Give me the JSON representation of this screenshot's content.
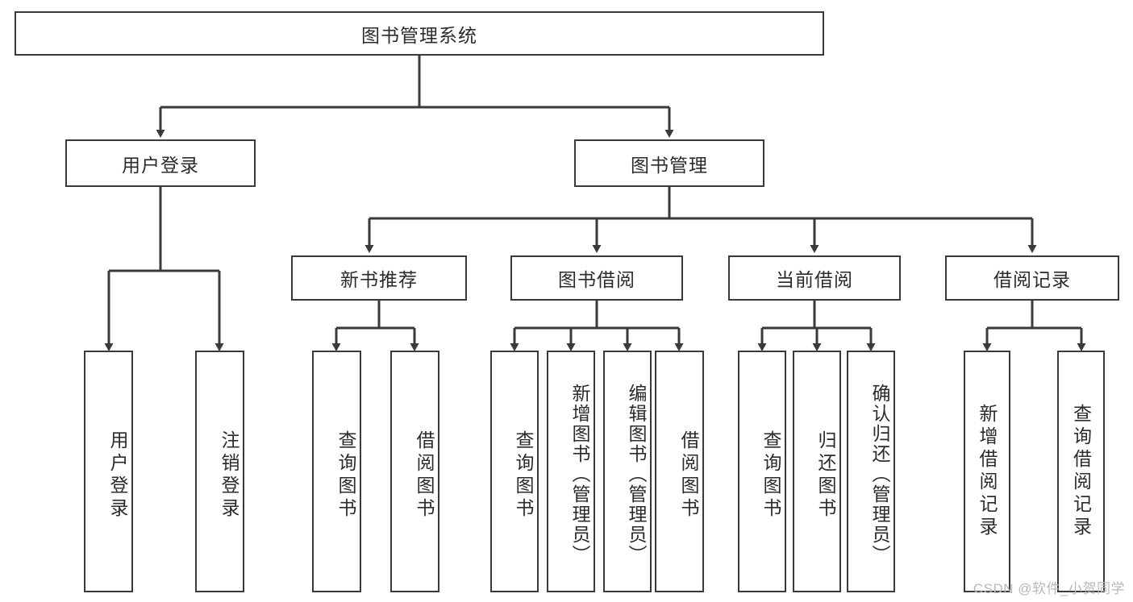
{
  "diagram": {
    "title": "图书管理系统",
    "type": "tree-hierarchy-diagram",
    "colors": {
      "stroke": "#3a3a3a",
      "text": "#2b2b2b",
      "background": "#ffffff",
      "watermark": "#b9b9b9"
    },
    "root": {
      "label": "图书管理系统"
    },
    "level2": [
      {
        "label": "用户登录"
      },
      {
        "label": "图书管理"
      }
    ],
    "level3": [
      {
        "label": "新书推荐"
      },
      {
        "label": "图书借阅"
      },
      {
        "label": "当前借阅"
      },
      {
        "label": "借阅记录"
      }
    ],
    "leaves": {
      "user_login": [
        {
          "label": "用户登录"
        },
        {
          "label": "注销登录"
        }
      ],
      "new_book_recommend": [
        {
          "label": "查询图书"
        },
        {
          "label": "借阅图书"
        }
      ],
      "book_borrow": [
        {
          "label": "查询图书"
        },
        {
          "label": "新增图书（管理员）"
        },
        {
          "label": "编辑图书（管理员）"
        },
        {
          "label": "借阅图书"
        }
      ],
      "current_borrow": [
        {
          "label": "查询图书"
        },
        {
          "label": "归还图书"
        },
        {
          "label": "确认归还（管理员）"
        }
      ],
      "borrow_record": [
        {
          "label": "新增借阅记录"
        },
        {
          "label": "查询借阅记录"
        }
      ]
    }
  },
  "watermark": {
    "text": "CSDN @软件_小贺同学"
  }
}
